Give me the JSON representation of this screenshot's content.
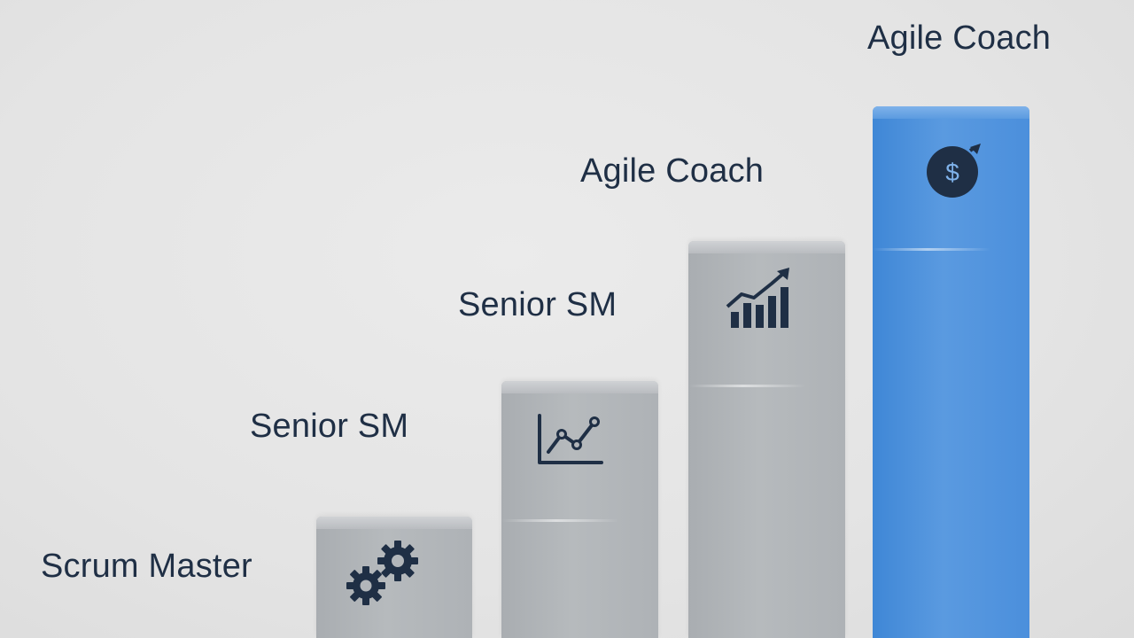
{
  "steps": [
    {
      "label": "Scrum Master",
      "icon": "gears-icon"
    },
    {
      "label": "Senior SM",
      "icon": "line-chart-icon"
    },
    {
      "label": "Senior SM",
      "icon": "bar-chart-growth-icon"
    },
    {
      "label": "Agile Coach",
      "icon": "dollar-coin-icon"
    }
  ],
  "top_label": "Agile Coach",
  "icon_text": {
    "dollar": "$"
  },
  "colors": {
    "background": "#e6e6e6",
    "gray_bar": "#b2b6ba",
    "highlight_bar": "#4a90dc",
    "label_text": "#1f2f45",
    "icon": "#1f2f45"
  }
}
